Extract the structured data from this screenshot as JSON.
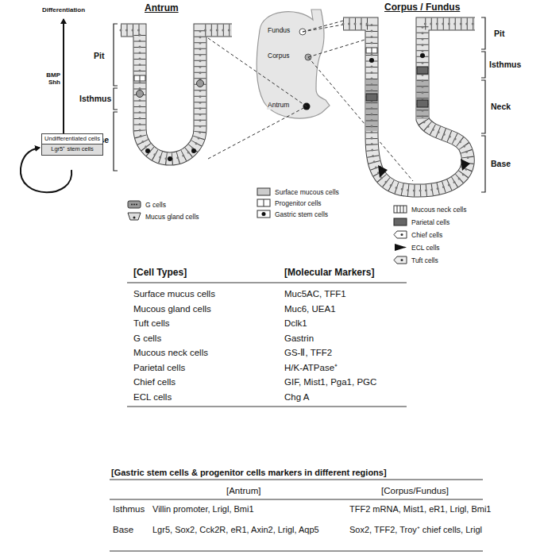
{
  "diagram": {
    "nodes": [
      {
        "text": [
          "Undifferentiated cells"
        ]
      },
      {
        "text": [
          "Lgr5⁺ stem cells"
        ]
      }
    ],
    "labels": [
      "Differentiation",
      "BMP Shh",
      "Pit",
      "Isthmus",
      "Base",
      "Antrum",
      "Fundus",
      "Corpus",
      "Antrum",
      "Corpus / Fundus",
      "Pit",
      "Isthmus",
      "Neck",
      "Base",
      "[Cell Types]",
      "[Molecular Markers]",
      "Surface mucus cells",
      "Muc5AC, TFF1",
      "Mucous gland cells",
      "Muc6, UEA1",
      "Tuft cells",
      "Dclk1",
      "G cells",
      "Gastrin",
      "Mucous neck cells",
      "GS-Ⅱ, TFF2",
      "Parietal cells",
      "H/K-ATPase⁺",
      "Chief cells",
      "GIF, Mist1, Pga1, PGC",
      "ECL cells",
      "Chg A",
      "[Gastric stem cells & progenitor cells markers in different regions]",
      "[Antrum]",
      "[Corpus/Fundus]",
      "Isthmus",
      "Villin promoter, Lrigl, Bmi1",
      "TFF2 mRNA, Mist1, eR1, Lrigl, Bmi1",
      "Base",
      "Lgr5, Sox2, Cck2R, eR1, Axin2, Lrigl, Aqp5",
      "Sox2, TFF2, Troy⁺ chief cells, Lrigl"
    ],
    "legend": [
      {
        "text": "G cells"
      },
      {
        "text": "Mucus gland cells"
      },
      {
        "text": "Surface mucous cells"
      },
      {
        "text": "Progenitor cells"
      },
      {
        "text": "Gastric stem cells"
      },
      {
        "text": "Mucous neck cells"
      },
      {
        "text": "Parietal cells"
      },
      {
        "text": "Chief cells"
      },
      {
        "text": "ECL cells"
      },
      {
        "text": "Tuft cells"
      }
    ]
  }
}
